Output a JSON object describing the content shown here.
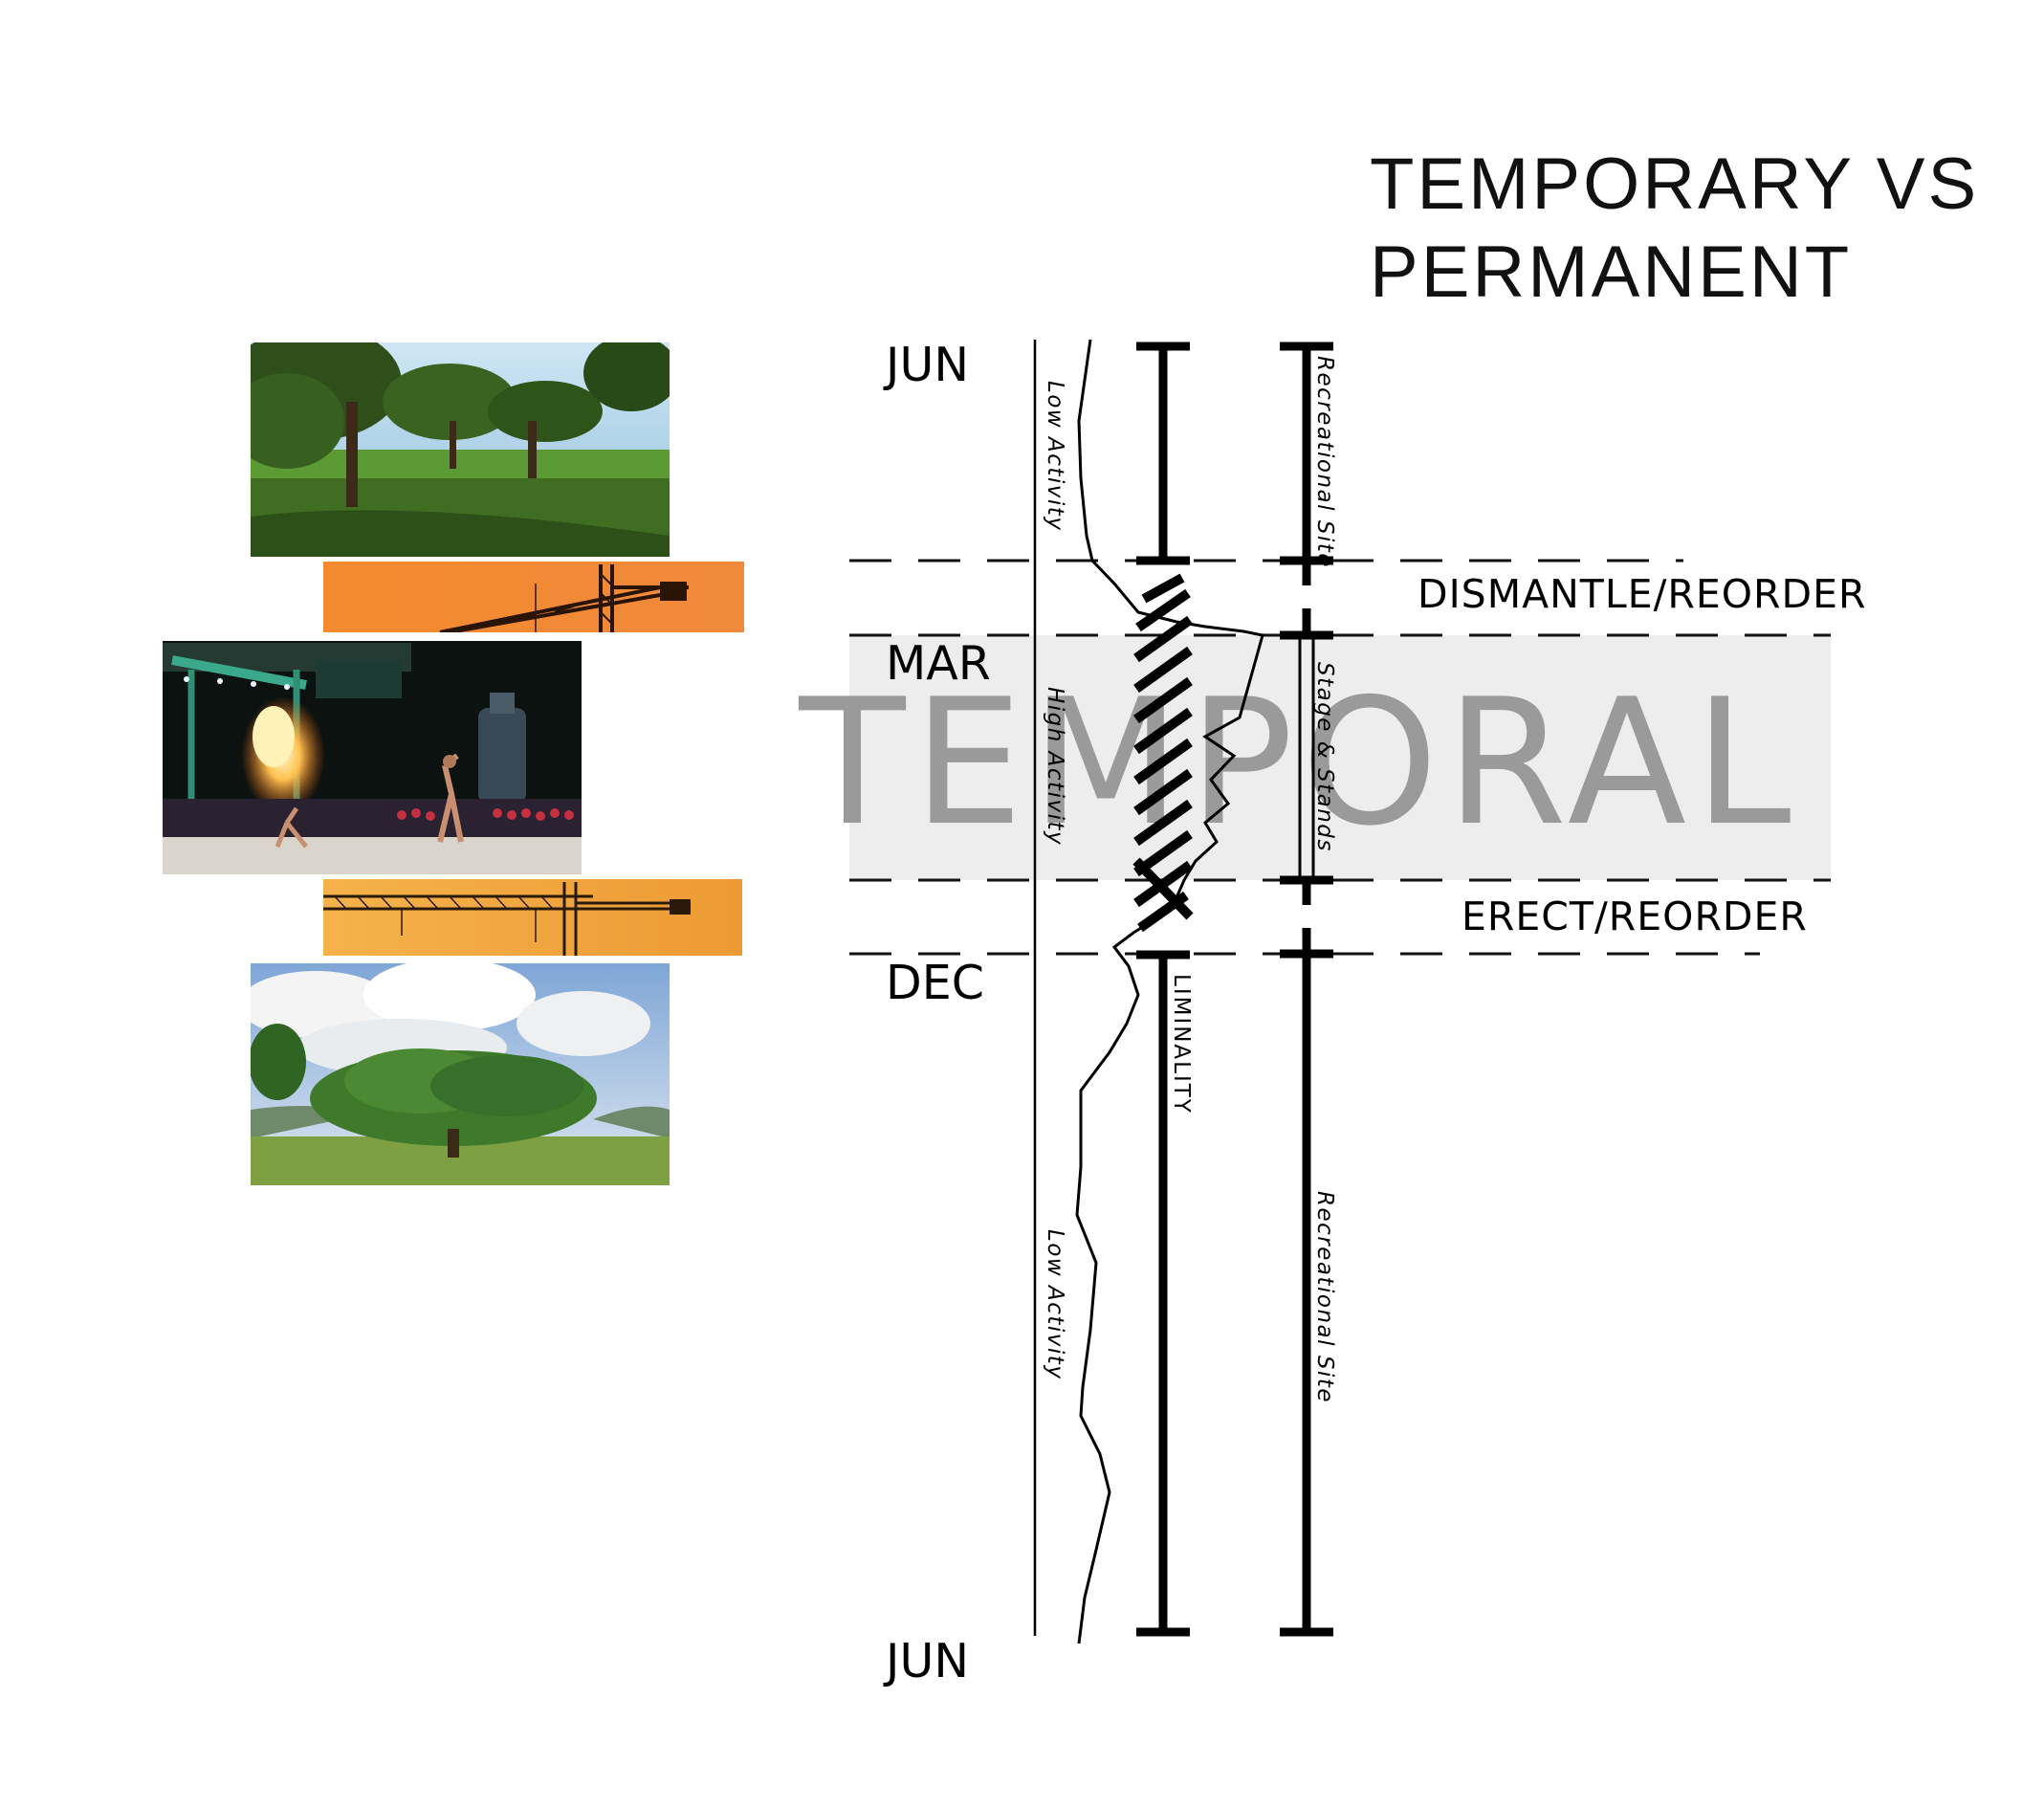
{
  "title": {
    "line1": "TEMPORARY VS",
    "line2": "PERMANENT"
  },
  "months": {
    "jun_top": "JUN",
    "mar": "MAR",
    "dec": "DEC",
    "jun_bottom": "JUN"
  },
  "phases": {
    "dismantle": "DISMANTLE/REORDER",
    "erect": "ERECT/REORDER"
  },
  "band_label": "TEMPORAL",
  "activity_labels": {
    "top": "Low Activity",
    "middle": "High Activity",
    "bottom": "Low Activity"
  },
  "liminality_label": "LIMINALITY",
  "site_labels": {
    "top": "Recreational Site",
    "middle": "Stage & Stands",
    "bottom": "Recreational Site"
  },
  "photos": [
    {
      "name": "park-trees-photo",
      "subject": "green park with trees",
      "colors": [
        "#5f8f3a",
        "#2f4d1c",
        "#a9cfe8"
      ]
    },
    {
      "name": "crane-orange-photo",
      "subject": "construction crane silhouette on orange sky",
      "colors": [
        "#f08a3a",
        "#3a1a08"
      ]
    },
    {
      "name": "stage-performance-photo",
      "subject": "night stage performance with fire breather",
      "colors": [
        "#0a0f0c",
        "#ffb040",
        "#3fa88c"
      ]
    },
    {
      "name": "crane-yellow-photo",
      "subject": "construction crane silhouette on golden sky",
      "colors": [
        "#f2a63c",
        "#2a1a0a"
      ]
    },
    {
      "name": "big-tree-photo",
      "subject": "large tree on open field under cloudy sky",
      "colors": [
        "#3f7a2a",
        "#a9c3e0",
        "#f2f2f2"
      ]
    }
  ]
}
